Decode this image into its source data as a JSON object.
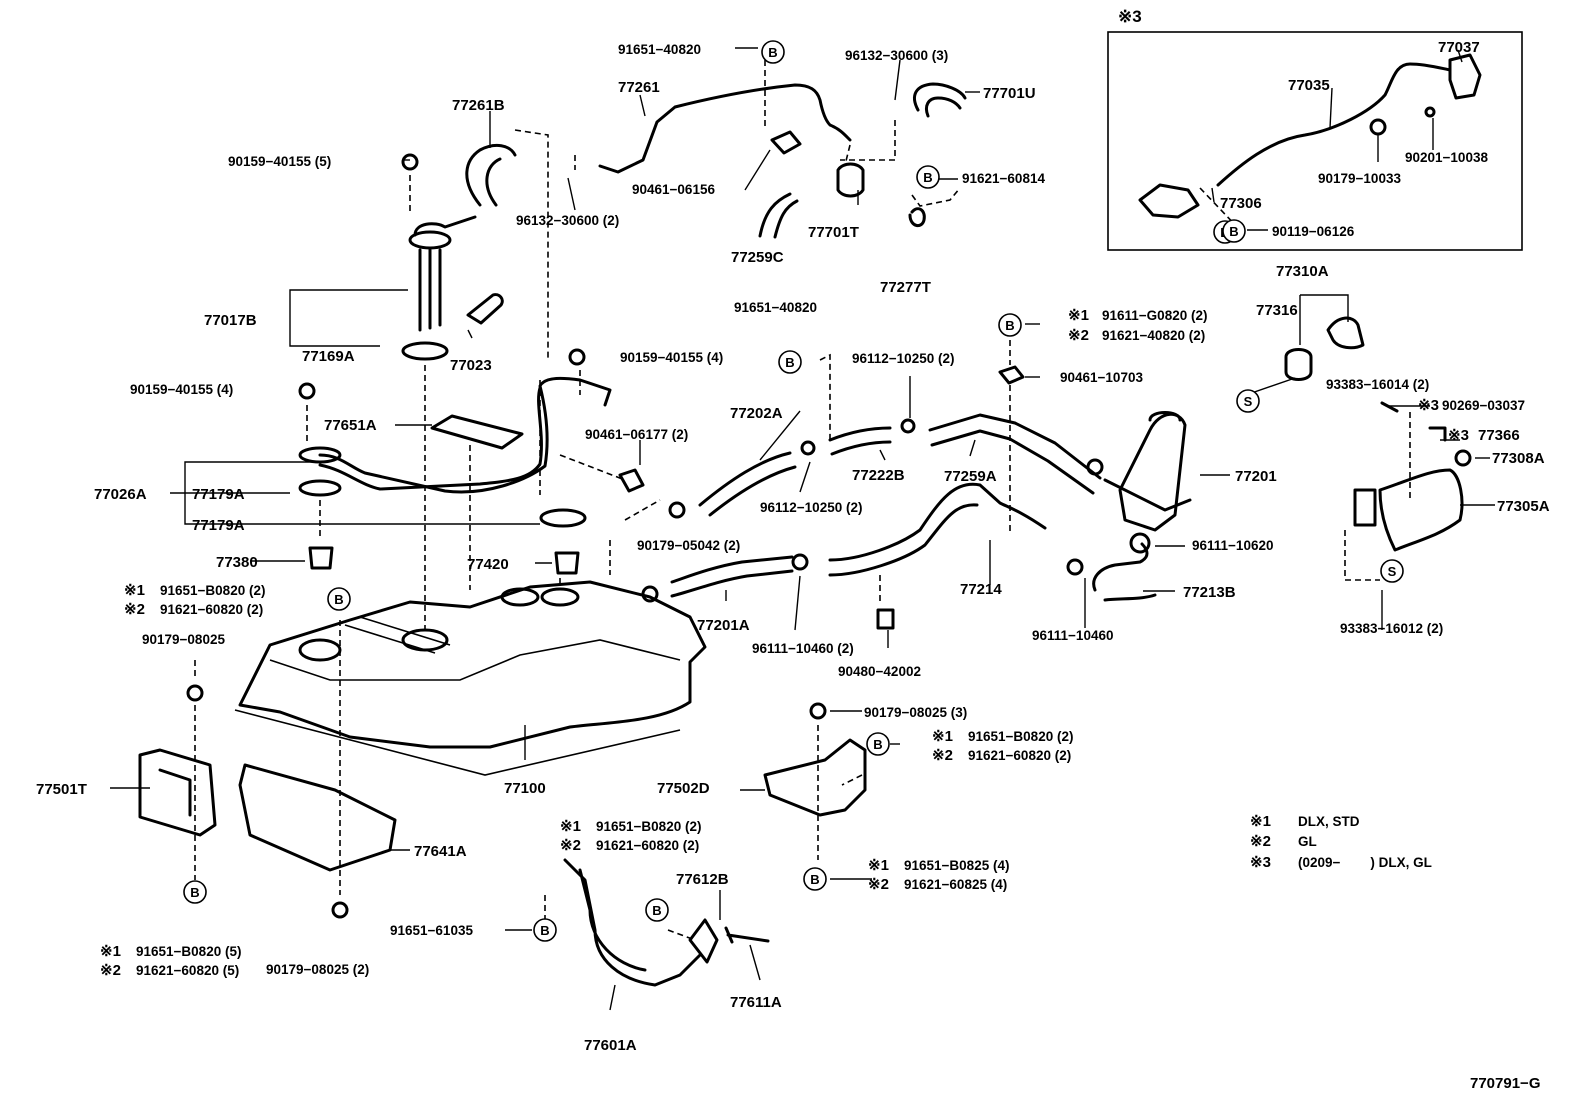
{
  "diagram": {
    "inset_title": "※3",
    "figure_code": "770791−G",
    "badge_letters": {
      "b": "B",
      "s": "S"
    },
    "labels": {
      "p91651_40820_top": "91651−40820",
      "p96132_30600_3": "96132−30600 (3)",
      "p77701U": "77701U",
      "p77261": "77261",
      "p77261B": "77261B",
      "p90159_40155_5": "90159−40155 (5)",
      "p96132_30600_2": "96132−30600 (2)",
      "p90461_06156": "90461−06156",
      "p91621_60814": "91621−60814",
      "p77701T": "77701T",
      "p77259C": "77259C",
      "p77277T": "77277T",
      "p77017B": "77017B",
      "p77169A": "77169A",
      "p77023": "77023",
      "p91651_40820_mid": "91651−40820",
      "p90159_40155_4a": "90159−40155 (4)",
      "p90159_40155_4b": "90159−40155 (4)",
      "p96112_10250_2a": "96112−10250 (2)",
      "s1_91611_G0820": "91611−G0820 (2)",
      "s2_91621_40820": "91621−40820 (2)",
      "p90461_10703": "90461−10703",
      "p77310A": "77310A",
      "p77316": "77316",
      "p93383_16014": "93383−16014 (2)",
      "p90269_03037": "90269−03037",
      "p77366": "77366",
      "p77308A": "77308A",
      "p77651A": "77651A",
      "p77202A": "77202A",
      "p90461_06177": "90461−06177 (2)",
      "p77222B": "77222B",
      "p77259A": "77259A",
      "p77201": "77201",
      "p77026A": "77026A",
      "p77179A_a": "77179A",
      "p77179A_b": "77179A",
      "p96112_10250_2b": "96112−10250 (2)",
      "p77305A": "77305A",
      "p90179_05042": "90179−05042 (2)",
      "p96111_10620": "96111−10620",
      "p77380": "77380",
      "p77420": "77420",
      "p77214": "77214",
      "p77213B": "77213B",
      "s1_91651_B0820_a": "91651−B0820 (2)",
      "s2_91621_60820_a": "91621−60820 (2)",
      "p77201A": "77201A",
      "p96111_10460_2": "96111−10460 (2)",
      "p96111_10460": "96111−10460",
      "p93383_16012": "93383−16012 (2)",
      "p90179_08025_a": "90179−08025",
      "p90480_42002": "90480−42002",
      "p90179_08025_3": "90179−08025 (3)",
      "s1_91651_B0820_b": "91651−B0820 (2)",
      "s2_91621_60820_b": "91621−60820 (2)",
      "p77501T": "77501T",
      "p77100": "77100",
      "p77502D": "77502D",
      "p77641A": "77641A",
      "s1_91651_B0820_c": "91651−B0820 (2)",
      "s2_91621_60820_c": "91621−60820 (2)",
      "p77612B": "77612B",
      "s1_91651_B0825": "91651−B0825 (4)",
      "s2_91621_60825": "91621−60825 (4)",
      "p91651_61035": "91651−61035",
      "s1_91651_B0820_d": "91651−B0820 (5)",
      "s2_91621_60820_d": "91621−60820 (5)",
      "p90179_08025_2": "90179−08025 (2)",
      "p77611A": "77611A",
      "p77601A": "77601A",
      "p77037": "77037",
      "p77035": "77035",
      "p90201_10038": "90201−10038",
      "p90179_10033": "90179−10033",
      "p77306": "77306",
      "p90119_06126": "90119−06126"
    },
    "mark1": "※1",
    "mark2": "※2",
    "mark3": "※3",
    "legend": [
      {
        "mark": "※1",
        "text": "DLX, STD"
      },
      {
        "mark": "※2",
        "text": "GL"
      },
      {
        "mark": "※3",
        "text": "(0209−        ) DLX, GL"
      }
    ]
  }
}
